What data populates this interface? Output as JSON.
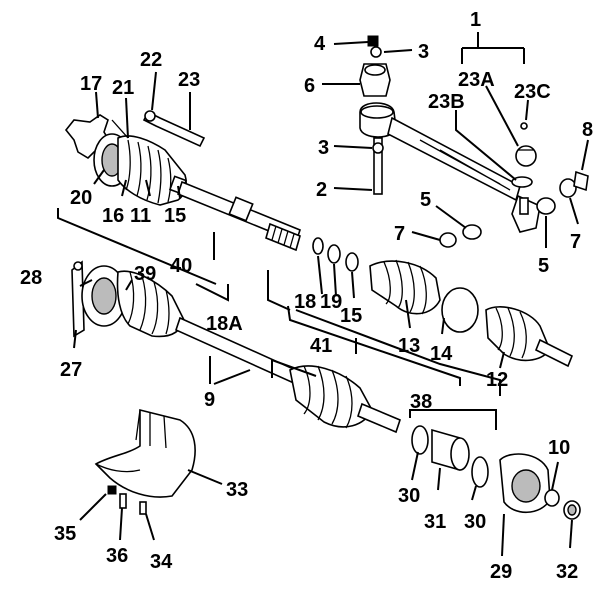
{
  "diagram": {
    "labels": [
      {
        "id": "c1",
        "text": "1"
      },
      {
        "id": "c2",
        "text": "2"
      },
      {
        "id": "c3a",
        "text": "3"
      },
      {
        "id": "c3b",
        "text": "3"
      },
      {
        "id": "c4",
        "text": "4"
      },
      {
        "id": "c5a",
        "text": "5"
      },
      {
        "id": "c5b",
        "text": "5"
      },
      {
        "id": "c6",
        "text": "6"
      },
      {
        "id": "c7a",
        "text": "7"
      },
      {
        "id": "c7b",
        "text": "7"
      },
      {
        "id": "c8",
        "text": "8"
      },
      {
        "id": "c9",
        "text": "9"
      },
      {
        "id": "c10",
        "text": "10"
      },
      {
        "id": "c11",
        "text": "11"
      },
      {
        "id": "c12",
        "text": "12"
      },
      {
        "id": "c13",
        "text": "13"
      },
      {
        "id": "c14",
        "text": "14"
      },
      {
        "id": "c15a",
        "text": "15"
      },
      {
        "id": "c15b",
        "text": "15"
      },
      {
        "id": "c16",
        "text": "16"
      },
      {
        "id": "c17",
        "text": "17"
      },
      {
        "id": "c18",
        "text": "18"
      },
      {
        "id": "c18a",
        "text": "18A"
      },
      {
        "id": "c19",
        "text": "19"
      },
      {
        "id": "c20",
        "text": "20"
      },
      {
        "id": "c21",
        "text": "21"
      },
      {
        "id": "c22",
        "text": "22"
      },
      {
        "id": "c23",
        "text": "23"
      },
      {
        "id": "c23a",
        "text": "23A"
      },
      {
        "id": "c23b",
        "text": "23B"
      },
      {
        "id": "c23c",
        "text": "23C"
      },
      {
        "id": "c27",
        "text": "27"
      },
      {
        "id": "c28",
        "text": "28"
      },
      {
        "id": "c29",
        "text": "29"
      },
      {
        "id": "c30a",
        "text": "30"
      },
      {
        "id": "c30b",
        "text": "30"
      },
      {
        "id": "c31",
        "text": "31"
      },
      {
        "id": "c32",
        "text": "32"
      },
      {
        "id": "c33",
        "text": "33"
      },
      {
        "id": "c34",
        "text": "34"
      },
      {
        "id": "c35",
        "text": "35"
      },
      {
        "id": "c36",
        "text": "36"
      },
      {
        "id": "c38",
        "text": "38"
      },
      {
        "id": "c39",
        "text": "39"
      },
      {
        "id": "c40",
        "text": "40"
      },
      {
        "id": "c41",
        "text": "41"
      }
    ]
  }
}
